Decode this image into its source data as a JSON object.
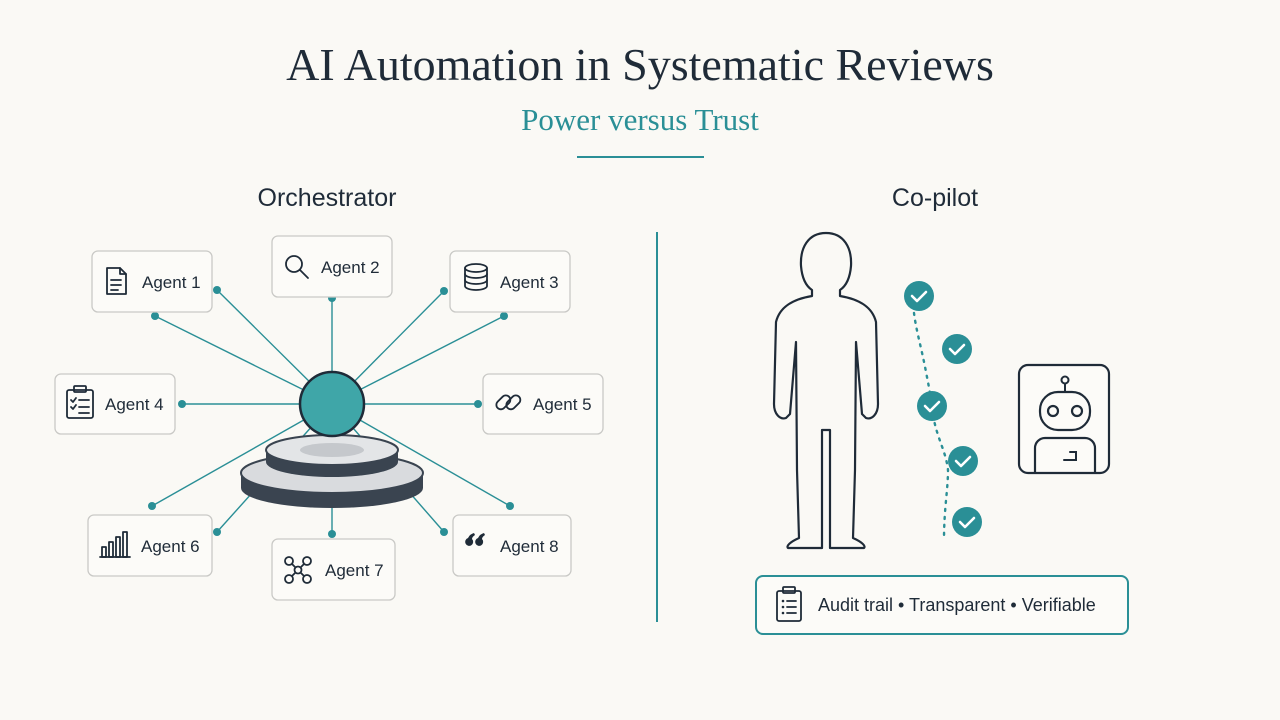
{
  "title": "AI Automation in Systematic Reviews",
  "subtitle": "Power versus Trust",
  "colors": {
    "accent": "#2a8f96",
    "ink": "#1f2b38",
    "background": "#faf9f5",
    "disc_dark": "#3a4450",
    "disc_light": "#d6d8db"
  },
  "orchestrator": {
    "heading": "Orchestrator",
    "agents": [
      {
        "label": "Agent 1",
        "icon": "document-icon"
      },
      {
        "label": "Agent 2",
        "icon": "search-icon"
      },
      {
        "label": "Agent 3",
        "icon": "database-icon"
      },
      {
        "label": "Agent 4",
        "icon": "checklist-icon"
      },
      {
        "label": "Agent 5",
        "icon": "link-icon"
      },
      {
        "label": "Agent 6",
        "icon": "bar-chart-icon"
      },
      {
        "label": "Agent 7",
        "icon": "network-icon"
      },
      {
        "label": "Agent 8",
        "icon": "quote-icon"
      }
    ]
  },
  "copilot": {
    "heading": "Co-pilot",
    "human_icon": "person-outline-icon",
    "robot_icon": "robot-icon",
    "check_icon": "check-circle-icon",
    "audit_icon": "clipboard-icon",
    "audit_text": "Audit trail • Transparent • Verifiable"
  }
}
